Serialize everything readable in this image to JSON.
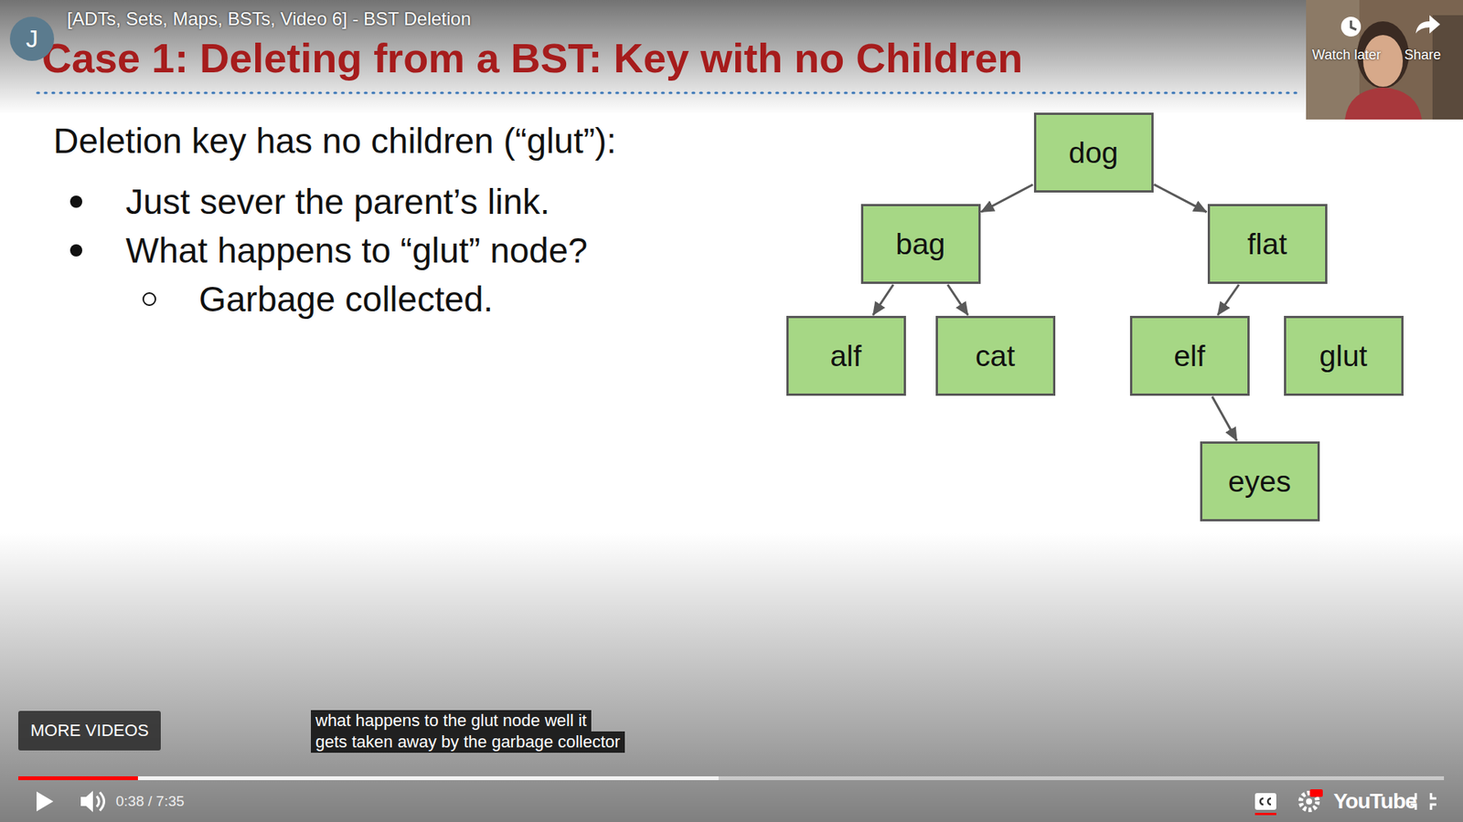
{
  "diagram": {
    "title": "Case 1: Deleting from a BST: Key with no Children",
    "nodes": [
      {
        "text": [
          "dog"
        ]
      },
      {
        "text": [
          "bag"
        ]
      },
      {
        "text": [
          "flat"
        ]
      },
      {
        "text": [
          "alf"
        ]
      },
      {
        "text": [
          "cat"
        ]
      },
      {
        "text": [
          "elf"
        ]
      },
      {
        "text": [
          "glut"
        ]
      },
      {
        "text": [
          "eyes"
        ]
      }
    ],
    "edges": [
      {
        "from": 0,
        "to": 1,
        "arrow": "to"
      },
      {
        "from": 0,
        "to": 2,
        "arrow": "to"
      },
      {
        "from": 1,
        "to": 3,
        "arrow": "to"
      },
      {
        "from": 1,
        "to": 4,
        "arrow": "to"
      },
      {
        "from": 2,
        "to": 5,
        "arrow": "to"
      },
      {
        "from": 5,
        "to": 7,
        "arrow": "to"
      }
    ],
    "labels": [
      "J",
      "[ADTs, Sets, Maps, BSTs, Video 6] - BST Deletion",
      "Watch later",
      "Share",
      "Deletion key has no children (“glut”):",
      "Just sever the parent’s link.",
      "What happens to “glut” node?",
      "Garbage collected.",
      "MORE VIDEOS",
      "what happens to the glut node well it",
      "gets taken away by the garbage collector",
      "0:38 / 7:35",
      "YouTube"
    ]
  }
}
